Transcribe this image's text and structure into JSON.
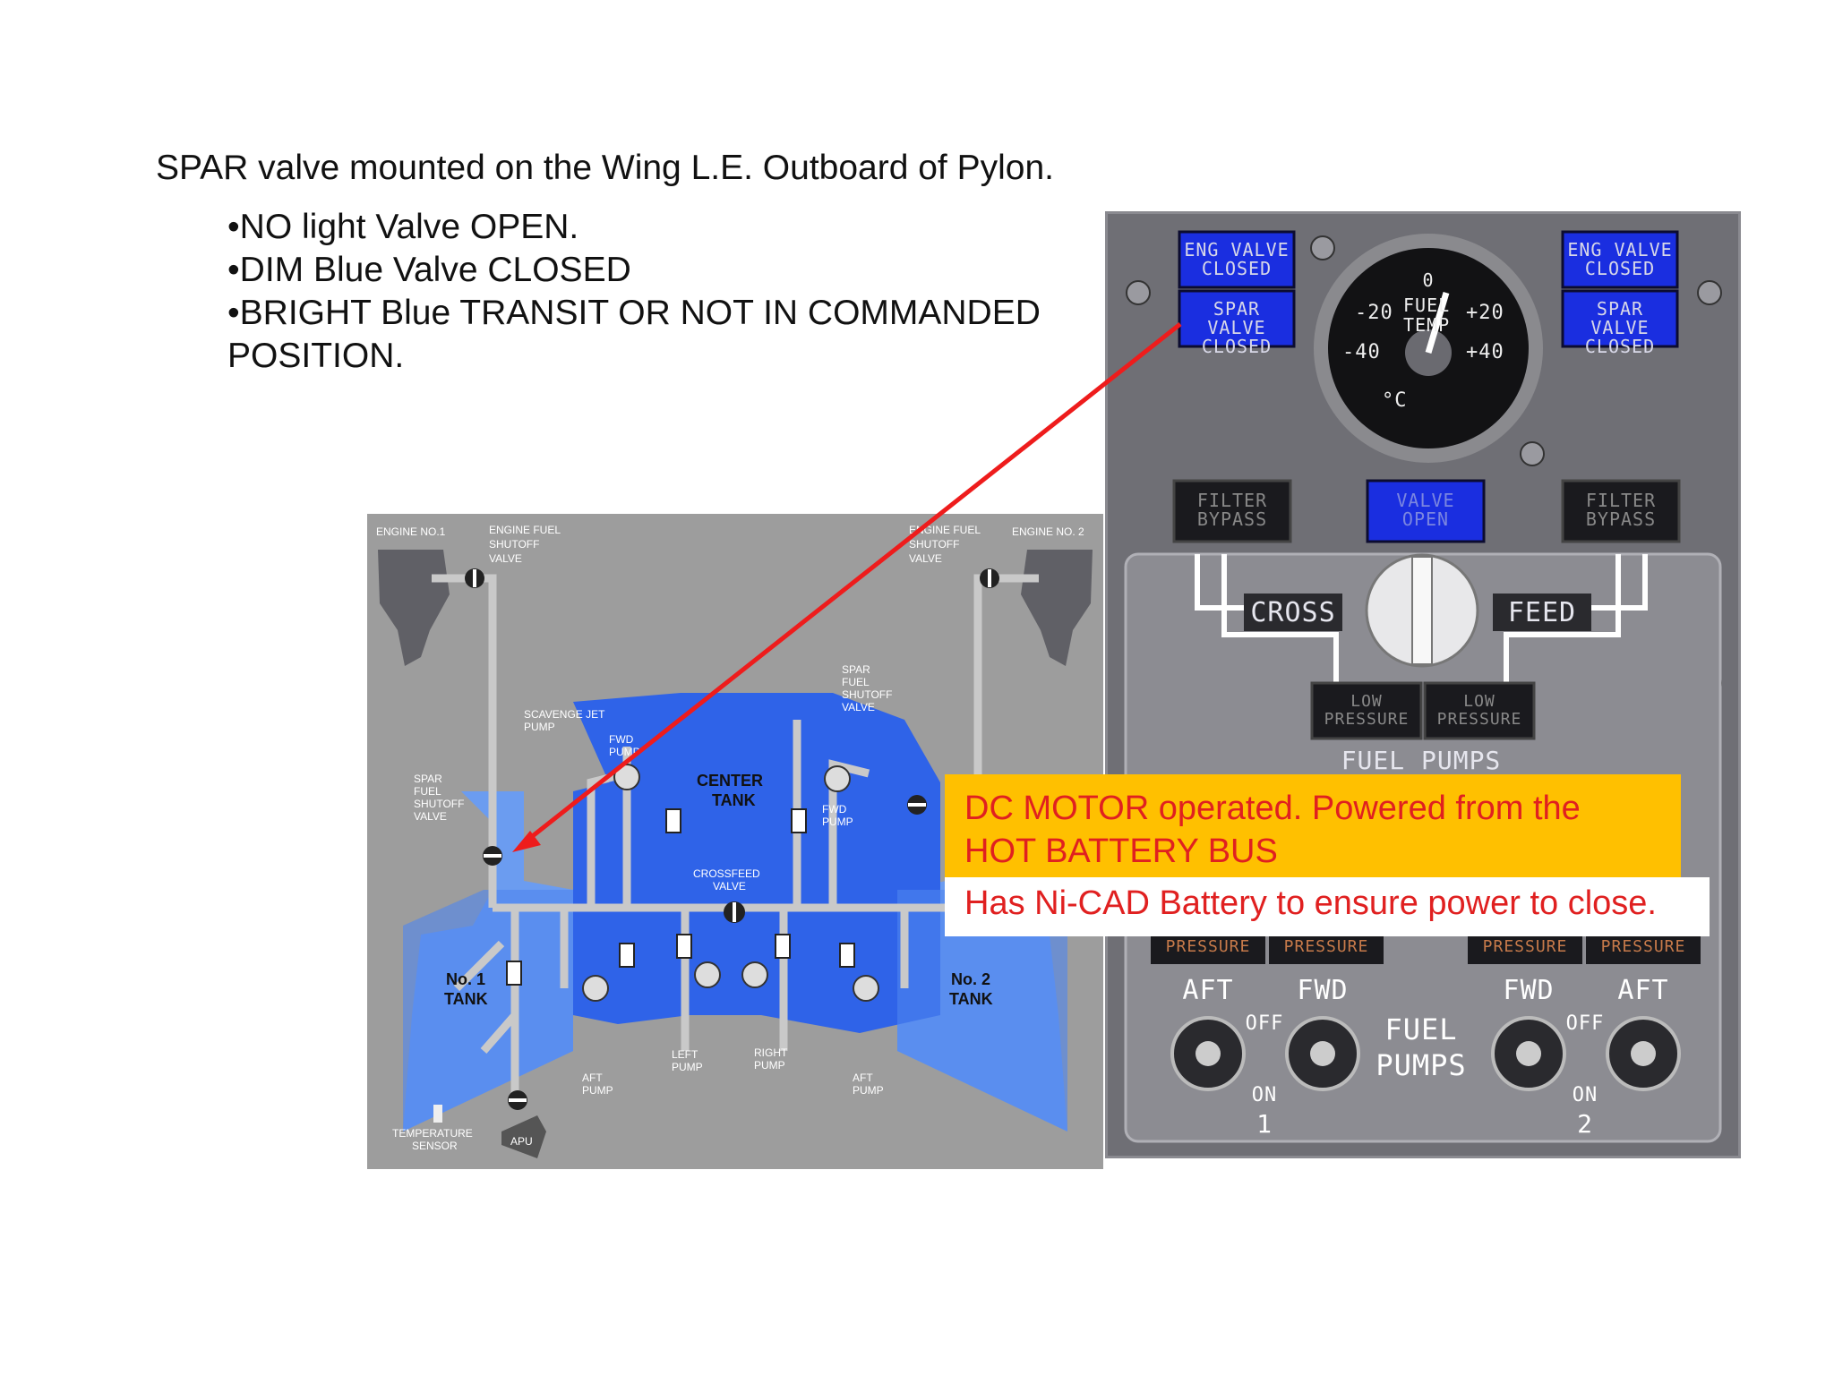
{
  "slide": {
    "title": "SPAR valve mounted on the Wing L.E. Outboard of Pylon.",
    "bullets": [
      "•NO light Valve OPEN.",
      "•DIM Blue Valve CLOSED",
      "•BRIGHT Blue TRANSIT OR NOT IN COMMANDED",
      "POSITION."
    ]
  },
  "schematic": {
    "engine1": "ENGINE NO.1",
    "engine2": "ENGINE NO. 2",
    "eng_valve_l1": "ENGINE FUEL",
    "eng_valve_l2": "SHUTOFF",
    "eng_valve_l3": "VALVE",
    "eng_valve_r1": "ENGINE FUEL",
    "eng_valve_r2": "SHUTOFF",
    "eng_valve_r3": "VALVE",
    "spar_r1": "SPAR",
    "spar_r2": "FUEL",
    "spar_r3": "SHUTOFF",
    "spar_r4": "VALVE",
    "spar_l1": "SPAR",
    "spar_l2": "FUEL",
    "spar_l3": "SHUTOFF",
    "spar_l4": "VALVE",
    "scavenge1": "SCAVENGE JET",
    "scavenge2": "PUMP",
    "fwd_pump_l1": "FWD",
    "fwd_pump_l2": "PUMP",
    "fwd_pump_r1": "FWD",
    "fwd_pump_r2": "PUMP",
    "center1": "CENTER",
    "center2": "TANK",
    "crossfeed1": "CROSSFEED",
    "crossfeed2": "VALVE",
    "tank1a": "No. 1",
    "tank1b": "TANK",
    "tank2a": "No. 2",
    "tank2b": "TANK",
    "left_pump1": "LEFT",
    "left_pump2": "PUMP",
    "right_pump1": "RIGHT",
    "right_pump2": "PUMP",
    "aft_pump_l1": "AFT",
    "aft_pump_l2": "PUMP",
    "aft_pump_r1": "AFT",
    "aft_pump_r2": "PUMP",
    "temp1": "TEMPERATURE",
    "temp2": "SENSOR",
    "apu": "APU"
  },
  "panel": {
    "eng_valve_closed_l": [
      "ENG VALVE",
      "CLOSED"
    ],
    "spar_valve_closed_l": [
      "SPAR VALVE",
      "CLOSED"
    ],
    "eng_valve_closed_r": [
      "ENG VALVE",
      "CLOSED"
    ],
    "spar_valve_closed_r": [
      "SPAR VALVE",
      "CLOSED"
    ],
    "gauge": {
      "zero": "0",
      "m20": "-20",
      "p20": "+20",
      "m40": "-40",
      "p40": "+40",
      "fuel": "FUEL",
      "temp": "TEMP",
      "unit": "°C",
      "needle_value": 10
    },
    "filter_bypass_l": [
      "FILTER",
      "BYPASS"
    ],
    "valve_open": [
      "VALVE",
      "OPEN"
    ],
    "filter_bypass_r": [
      "FILTER",
      "BYPASS"
    ],
    "cross": "CROSS",
    "feed": "FEED",
    "low_pressure_1": [
      "LOW",
      "PRESSURE"
    ],
    "low_pressure_2": [
      "LOW",
      "PRESSURE"
    ],
    "fuel_pumps_top": "FUEL PUMPS",
    "pressure_labels": [
      "PRESSURE",
      "PRESSURE",
      "PRESSURE",
      "PRESSURE"
    ],
    "aft_l": "AFT",
    "fwd_l": "FWD",
    "fwd_r": "FWD",
    "aft_r": "AFT",
    "off_l": "OFF",
    "off_r": "OFF",
    "on_l": "ON",
    "on_r": "ON",
    "num_l": "1",
    "num_r": "2",
    "fuel_pumps_a": "FUEL",
    "fuel_pumps_b": "PUMPS"
  },
  "callouts": {
    "dc_motor_1": "DC MOTOR operated. Powered from the",
    "dc_motor_2": "HOT BATTERY BUS",
    "nicad": "Has Ni-CAD Battery to ensure power to close."
  },
  "colors": {
    "arrow": "#ee1c1c",
    "callout_bg": "#ffc000",
    "callout_text": "#e02020",
    "tank_light": "#6699ee",
    "tank_dark": "#2f63e8",
    "annunciator_blue": "#1a2ee0"
  }
}
